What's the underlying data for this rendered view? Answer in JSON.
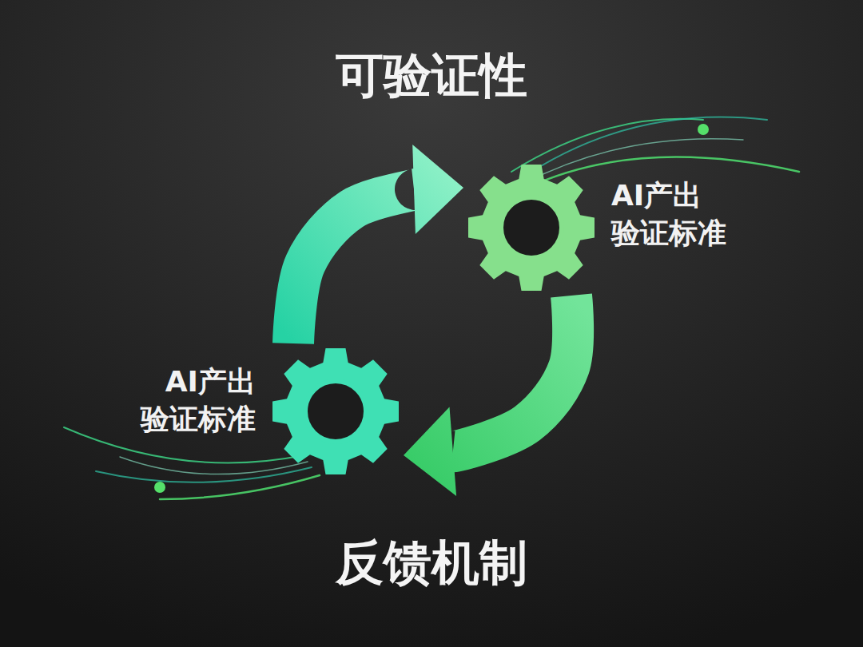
{
  "diagram": {
    "title": "可验证性",
    "nodes": [
      {
        "text": [
          "AI产出 验证标准"
        ]
      },
      {
        "text": [
          "AI产出 验证标准"
        ]
      }
    ],
    "edges": [
      {
        "from": 1,
        "to": 0,
        "arrow": "to"
      },
      {
        "from": 0,
        "to": 1,
        "arrow": "to"
      }
    ],
    "labels": [
      "反馈机制"
    ]
  }
}
